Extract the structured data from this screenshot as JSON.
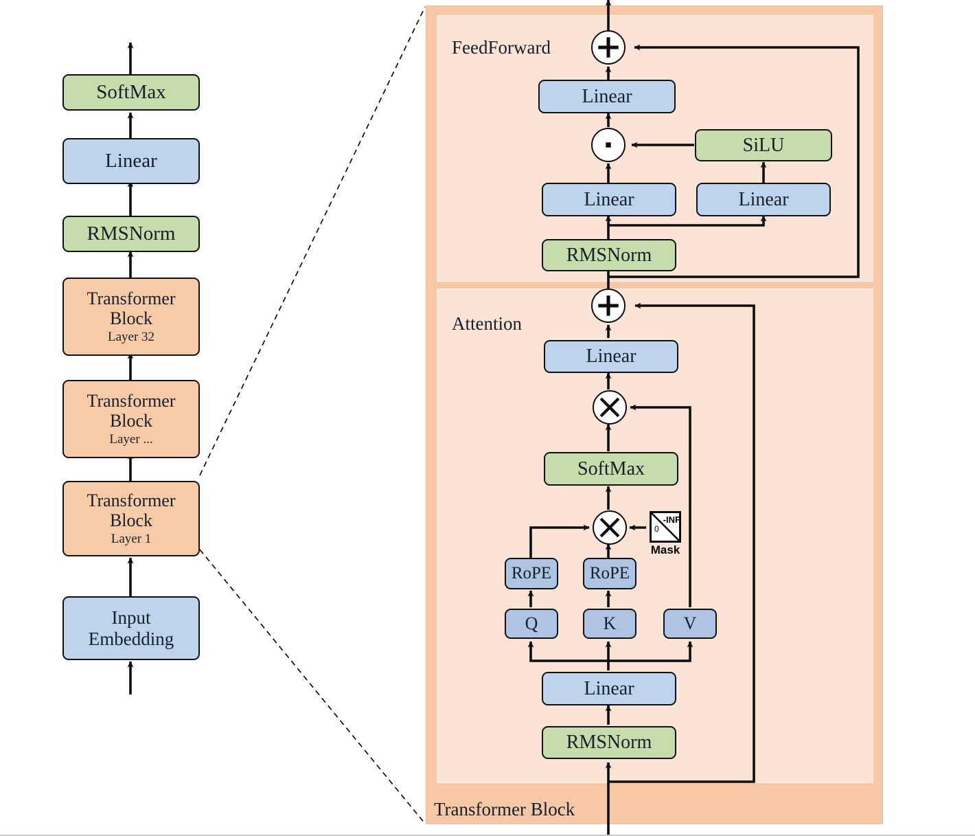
{
  "diagram": {
    "title": "Transformer (LLaMA-style) architecture diagram",
    "colors": {
      "green": "#c7dcab",
      "blue": "#bcd5ec",
      "blue_dark": "#aec4e4",
      "orange_box": "#f7cba8",
      "panel_outer": "#f6c8a6",
      "panel_inner": "#fbe4d6",
      "stroke": "#111111",
      "background": "#ffffff"
    }
  },
  "stack": {
    "nodes": [
      {
        "label": "SoftMax",
        "sub": ""
      },
      {
        "label": "Linear",
        "sub": ""
      },
      {
        "label": "RMSNorm",
        "sub": ""
      },
      {
        "label": "Transformer Block",
        "sub": "Layer 32"
      },
      {
        "label": "Transformer Block",
        "sub": "Layer ..."
      },
      {
        "label": "Transformer Block",
        "sub": "Layer 1"
      },
      {
        "label": "Input Embedding",
        "sub": ""
      }
    ],
    "softmax": "SoftMax",
    "linear": "Linear",
    "rmsnorm": "RMSNorm",
    "block_title_line1": "Transformer",
    "block_title_line2": "Block",
    "layer_32": "Layer 32",
    "layer_dots": "Layer ...",
    "layer_1": "Layer 1",
    "input_line1": "Input",
    "input_line2": "Embedding"
  },
  "detail": {
    "outer_label": "Transformer Block",
    "feedforward": {
      "section_label": "FeedForward",
      "add_op": "plus",
      "linear_out": "Linear",
      "mul_op": "elementwise-product",
      "silu": "SiLU",
      "linear_gate": "Linear",
      "linear_up": "Linear",
      "rmsnorm": "RMSNorm"
    },
    "attention": {
      "section_label": "Attention",
      "add_op": "plus",
      "linear_out": "Linear",
      "matmul_av": "matmul",
      "softmax": "SoftMax",
      "matmul_qk": "matmul",
      "mask": {
        "caption": "Mask",
        "low_value": "0",
        "high_value": "-INF"
      },
      "rope_q": "RoPE",
      "rope_k": "RoPE",
      "q": "Q",
      "k": "K",
      "v": "V",
      "linear_qkv": "Linear",
      "rmsnorm": "RMSNorm"
    }
  }
}
